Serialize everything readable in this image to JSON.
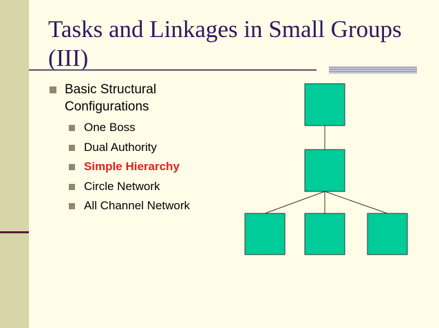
{
  "slide": {
    "title": "Tasks and Linkages in Small Groups (III)",
    "bullet_main": "Basic Structural Configurations",
    "sub_bullets": [
      {
        "label": "One Boss",
        "highlighted": false
      },
      {
        "label": "Dual Authority",
        "highlighted": false
      },
      {
        "label": "Simple Hierarchy",
        "highlighted": true
      },
      {
        "label": "Circle Network",
        "highlighted": false
      },
      {
        "label": "All Channel Network",
        "highlighted": false
      }
    ]
  },
  "colors": {
    "background": "#fffde7",
    "left_band": "#d8d6a8",
    "title": "#2a1a60",
    "highlight": "#e02020",
    "node_fill": "#00cc99",
    "node_stroke": "#333333"
  },
  "diagram": {
    "structure": "simple-hierarchy",
    "levels": [
      1,
      1,
      3
    ]
  }
}
